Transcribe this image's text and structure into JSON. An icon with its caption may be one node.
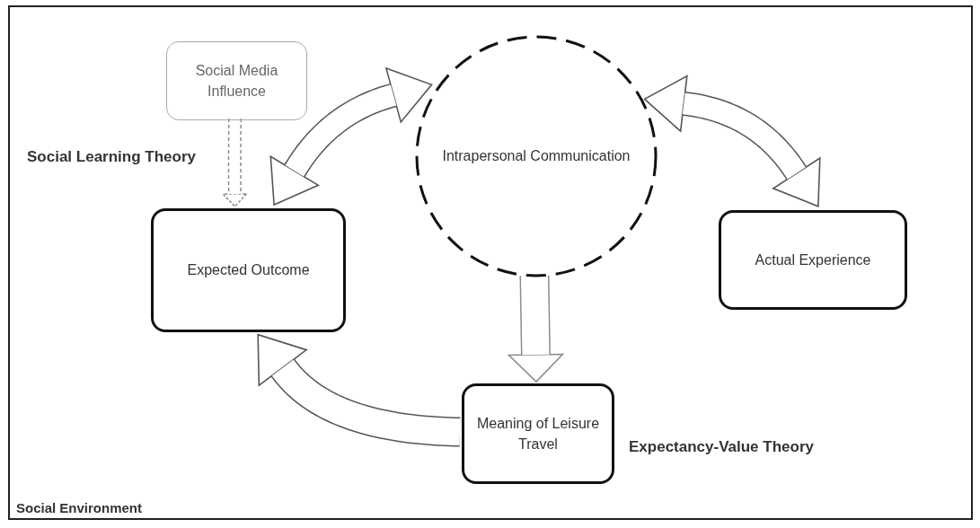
{
  "diagram": {
    "nodes": [
      {
        "text": [
          "Social Environment"
        ]
      },
      {
        "text": [
          "Social Media Influence"
        ],
        "in": 0
      },
      {
        "text": [
          "Expected Outcome"
        ],
        "in": 0
      },
      {
        "text": [
          "Intrapersonal Communication"
        ],
        "in": 0
      },
      {
        "text": [
          "Actual Experience"
        ],
        "in": 0
      },
      {
        "text": [
          "Meaning of Leisure Travel"
        ],
        "in": 0,
        "beside": [
          "Expectancy-Value Theory"
        ]
      }
    ],
    "edges": [
      {
        "from": 1,
        "to": 2,
        "arrow": "to",
        "label": "Social Learning Theory",
        "style": "dashed",
        "color": "#8c8c8c"
      },
      {
        "from": 3,
        "to": 2,
        "arrow": "both"
      },
      {
        "from": 3,
        "to": 4,
        "arrow": "both"
      },
      {
        "from": 3,
        "to": 5,
        "arrow": "to",
        "color": "#8c8c8c"
      },
      {
        "from": 5,
        "to": 2,
        "arrow": "to"
      }
    ]
  }
}
